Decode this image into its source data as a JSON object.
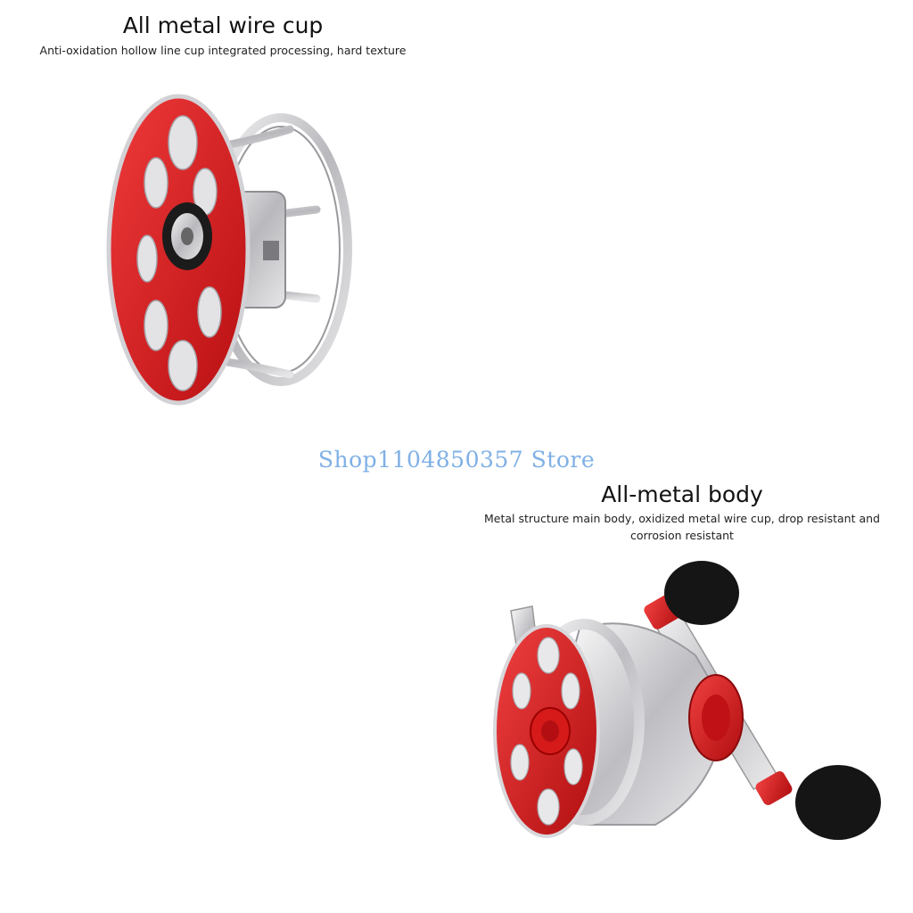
{
  "sections": [
    {
      "title": "All metal wire cup",
      "description": "Anti-oxidation hollow line cup integrated processing, hard texture",
      "image": "metal-wire-cup-spool"
    },
    {
      "title": "All-metal body",
      "description": "Metal structure main body, oxidized metal wire cup, drop resistant and corrosion resistant",
      "image": "fishing-reel-body"
    }
  ],
  "watermark": "Shop1104850357 Store",
  "colors": {
    "accent_red": "#d81d1d",
    "metal_silver": "#c4c4c8",
    "knob_black": "#151515",
    "watermark_blue": "#7fb0e6",
    "text": "#111111"
  }
}
